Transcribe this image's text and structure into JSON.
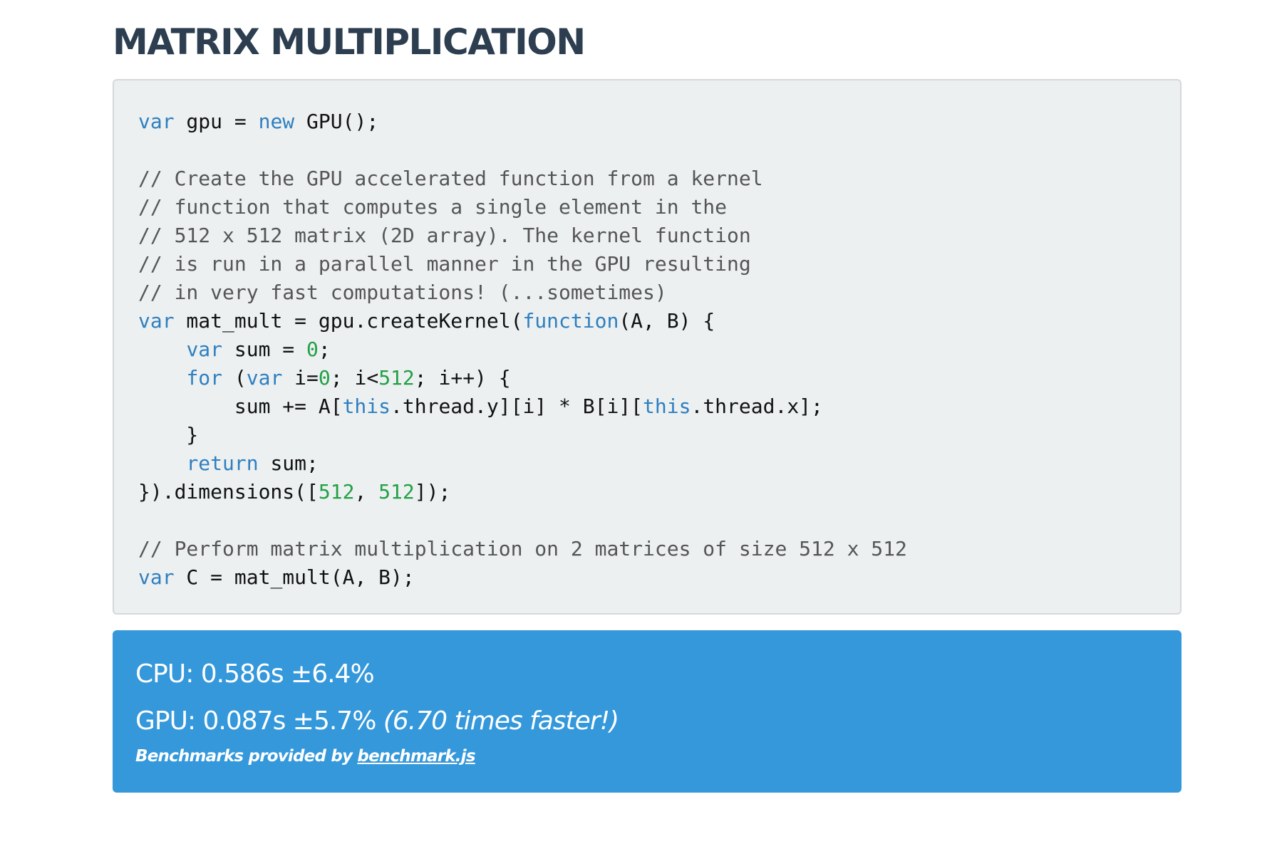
{
  "page": {
    "title": "MATRIX MULTIPLICATION"
  },
  "code": {
    "lines": [
      [
        {
          "t": "kw",
          "v": "var"
        },
        {
          "t": "tx",
          "v": " gpu = "
        },
        {
          "t": "kw",
          "v": "new"
        },
        {
          "t": "tx",
          "v": " GPU();"
        }
      ],
      [],
      [
        {
          "t": "cm",
          "v": "// Create the GPU accelerated function from a kernel"
        }
      ],
      [
        {
          "t": "cm",
          "v": "// function that computes a single element in the"
        }
      ],
      [
        {
          "t": "cm",
          "v": "// 512 x 512 matrix (2D array). The kernel function"
        }
      ],
      [
        {
          "t": "cm",
          "v": "// is run in a parallel manner in the GPU resulting"
        }
      ],
      [
        {
          "t": "cm",
          "v": "// in very fast computations! (...sometimes)"
        }
      ],
      [
        {
          "t": "kw",
          "v": "var"
        },
        {
          "t": "tx",
          "v": " mat_mult = gpu.createKernel("
        },
        {
          "t": "kw",
          "v": "function"
        },
        {
          "t": "tx",
          "v": "(A, B) {"
        }
      ],
      [
        {
          "t": "tx",
          "v": "    "
        },
        {
          "t": "kw",
          "v": "var"
        },
        {
          "t": "tx",
          "v": " sum = "
        },
        {
          "t": "num",
          "v": "0"
        },
        {
          "t": "tx",
          "v": ";"
        }
      ],
      [
        {
          "t": "tx",
          "v": "    "
        },
        {
          "t": "kw",
          "v": "for"
        },
        {
          "t": "tx",
          "v": " ("
        },
        {
          "t": "kw",
          "v": "var"
        },
        {
          "t": "tx",
          "v": " i="
        },
        {
          "t": "num",
          "v": "0"
        },
        {
          "t": "tx",
          "v": "; i<"
        },
        {
          "t": "num",
          "v": "512"
        },
        {
          "t": "tx",
          "v": "; i++) {"
        }
      ],
      [
        {
          "t": "tx",
          "v": "        sum += A["
        },
        {
          "t": "kw",
          "v": "this"
        },
        {
          "t": "tx",
          "v": ".thread.y][i] * B[i]["
        },
        {
          "t": "kw",
          "v": "this"
        },
        {
          "t": "tx",
          "v": ".thread.x];"
        }
      ],
      [
        {
          "t": "tx",
          "v": "    }"
        }
      ],
      [
        {
          "t": "tx",
          "v": "    "
        },
        {
          "t": "kw",
          "v": "return"
        },
        {
          "t": "tx",
          "v": " sum;"
        }
      ],
      [
        {
          "t": "tx",
          "v": "}).dimensions(["
        },
        {
          "t": "num",
          "v": "512"
        },
        {
          "t": "tx",
          "v": ", "
        },
        {
          "t": "num",
          "v": "512"
        },
        {
          "t": "tx",
          "v": "]);"
        }
      ],
      [],
      [
        {
          "t": "cm",
          "v": "// Perform matrix multiplication on 2 matrices of size 512 x 512"
        }
      ],
      [
        {
          "t": "kw",
          "v": "var"
        },
        {
          "t": "tx",
          "v": " C = mat_mult(A, B);"
        }
      ]
    ]
  },
  "benchmark": {
    "cpu_text": "CPU: 0.586s ±6.4%",
    "gpu_text": "GPU: 0.087s ±5.7% ",
    "gpu_extra": "(6.70 times faster!)",
    "credit_prefix": "Benchmarks provided by ",
    "credit_link": "benchmark.js"
  },
  "colors": {
    "title": "#2c3e50",
    "code_bg": "#ecf0f1",
    "keyword": "#2f7fbf",
    "number": "#22a045",
    "comment": "#555555",
    "benchmark_bg": "#3498db"
  }
}
